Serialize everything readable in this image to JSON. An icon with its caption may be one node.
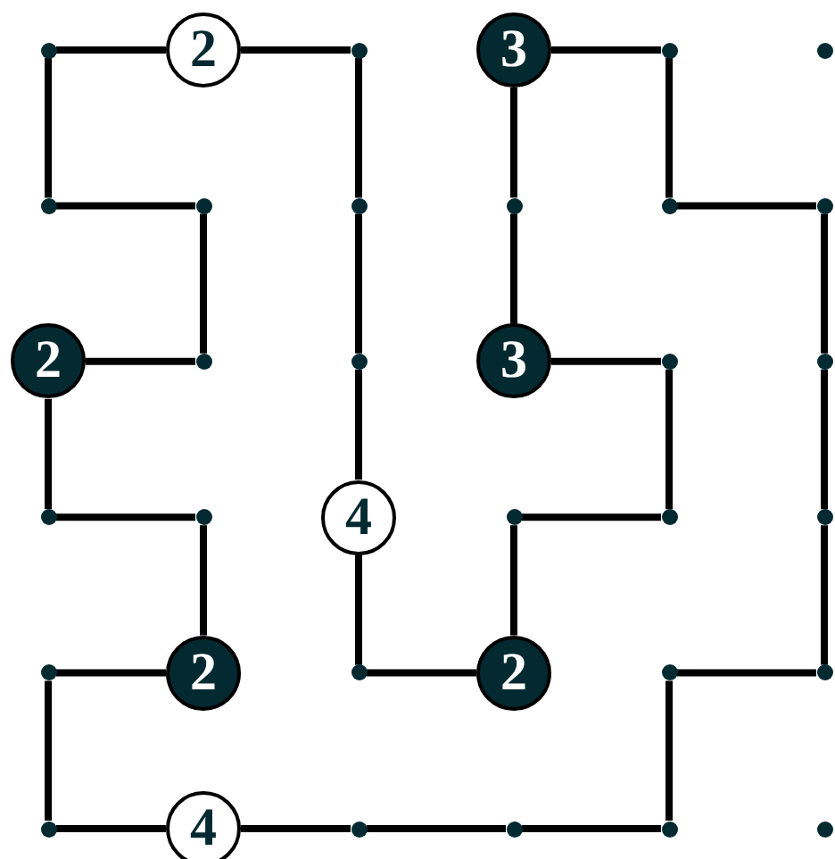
{
  "diagram": {
    "nodes": [
      {
        "text": [],
        "shape": "circle"
      },
      {
        "text": [
          "2"
        ]
      },
      {
        "text": [],
        "shape": "circle"
      },
      {
        "text": [
          "3"
        ]
      },
      {
        "text": [],
        "shape": "circle"
      },
      {
        "text": [],
        "shape": "circle"
      },
      {
        "text": [],
        "shape": "circle"
      },
      {
        "text": [],
        "shape": "circle"
      },
      {
        "text": [],
        "shape": "circle"
      },
      {
        "text": [],
        "shape": "circle"
      },
      {
        "text": [],
        "shape": "circle"
      },
      {
        "text": [],
        "shape": "circle"
      },
      {
        "text": [
          "2"
        ]
      },
      {
        "text": [],
        "shape": "circle"
      },
      {
        "text": [],
        "shape": "circle"
      },
      {
        "text": [
          "3"
        ]
      },
      {
        "text": [],
        "shape": "circle"
      },
      {
        "text": [],
        "shape": "circle"
      },
      {
        "text": [],
        "shape": "circle"
      },
      {
        "text": [],
        "shape": "circle"
      },
      {
        "text": [
          "4"
        ]
      },
      {
        "text": [],
        "shape": "circle"
      },
      {
        "text": [],
        "shape": "circle"
      },
      {
        "text": [],
        "shape": "circle"
      },
      {
        "text": [],
        "shape": "circle"
      },
      {
        "text": [
          "2"
        ]
      },
      {
        "text": [],
        "shape": "circle"
      },
      {
        "text": [
          "2"
        ]
      },
      {
        "text": [],
        "shape": "circle"
      },
      {
        "text": [],
        "shape": "circle"
      },
      {
        "text": [],
        "shape": "circle"
      },
      {
        "text": [
          "4"
        ]
      },
      {
        "text": [],
        "shape": "circle"
      },
      {
        "text": [],
        "shape": "circle"
      },
      {
        "text": [],
        "shape": "circle"
      },
      {
        "text": [],
        "shape": "circle"
      }
    ],
    "edges": [
      {
        "from": 0,
        "to": 1,
        "arrow": "none"
      },
      {
        "from": 1,
        "to": 2,
        "arrow": "none"
      },
      {
        "from": 2,
        "to": 8,
        "arrow": "none"
      },
      {
        "from": 8,
        "to": 14,
        "arrow": "none"
      },
      {
        "from": 14,
        "to": 20,
        "arrow": "none"
      },
      {
        "from": 20,
        "to": 26,
        "arrow": "none"
      },
      {
        "from": 26,
        "to": 27,
        "arrow": "none"
      },
      {
        "from": 27,
        "to": 21,
        "arrow": "none"
      },
      {
        "from": 21,
        "to": 22,
        "arrow": "none"
      },
      {
        "from": 22,
        "to": 16,
        "arrow": "none"
      },
      {
        "from": 16,
        "to": 15,
        "arrow": "none"
      },
      {
        "from": 15,
        "to": 9,
        "arrow": "none"
      },
      {
        "from": 9,
        "to": 3,
        "arrow": "none"
      },
      {
        "from": 3,
        "to": 4,
        "arrow": "none"
      },
      {
        "from": 4,
        "to": 10,
        "arrow": "none"
      },
      {
        "from": 10,
        "to": 11,
        "arrow": "none"
      },
      {
        "from": 11,
        "to": 17,
        "arrow": "none"
      },
      {
        "from": 17,
        "to": 23,
        "arrow": "none"
      },
      {
        "from": 23,
        "to": 29,
        "arrow": "none"
      },
      {
        "from": 29,
        "to": 28,
        "arrow": "none"
      },
      {
        "from": 28,
        "to": 34,
        "arrow": "none"
      },
      {
        "from": 34,
        "to": 33,
        "arrow": "none"
      },
      {
        "from": 33,
        "to": 32,
        "arrow": "none"
      },
      {
        "from": 32,
        "to": 31,
        "arrow": "none"
      },
      {
        "from": 31,
        "to": 30,
        "arrow": "none"
      },
      {
        "from": 30,
        "to": 24,
        "arrow": "none"
      },
      {
        "from": 24,
        "to": 25,
        "arrow": "none"
      },
      {
        "from": 25,
        "to": 19,
        "arrow": "none"
      },
      {
        "from": 19,
        "to": 18,
        "arrow": "none"
      },
      {
        "from": 18,
        "to": 12,
        "arrow": "none"
      },
      {
        "from": 12,
        "to": 13,
        "arrow": "none"
      },
      {
        "from": 13,
        "to": 7,
        "arrow": "none"
      },
      {
        "from": 7,
        "to": 6,
        "arrow": "none"
      },
      {
        "from": 6,
        "to": 0,
        "arrow": "none"
      }
    ]
  }
}
